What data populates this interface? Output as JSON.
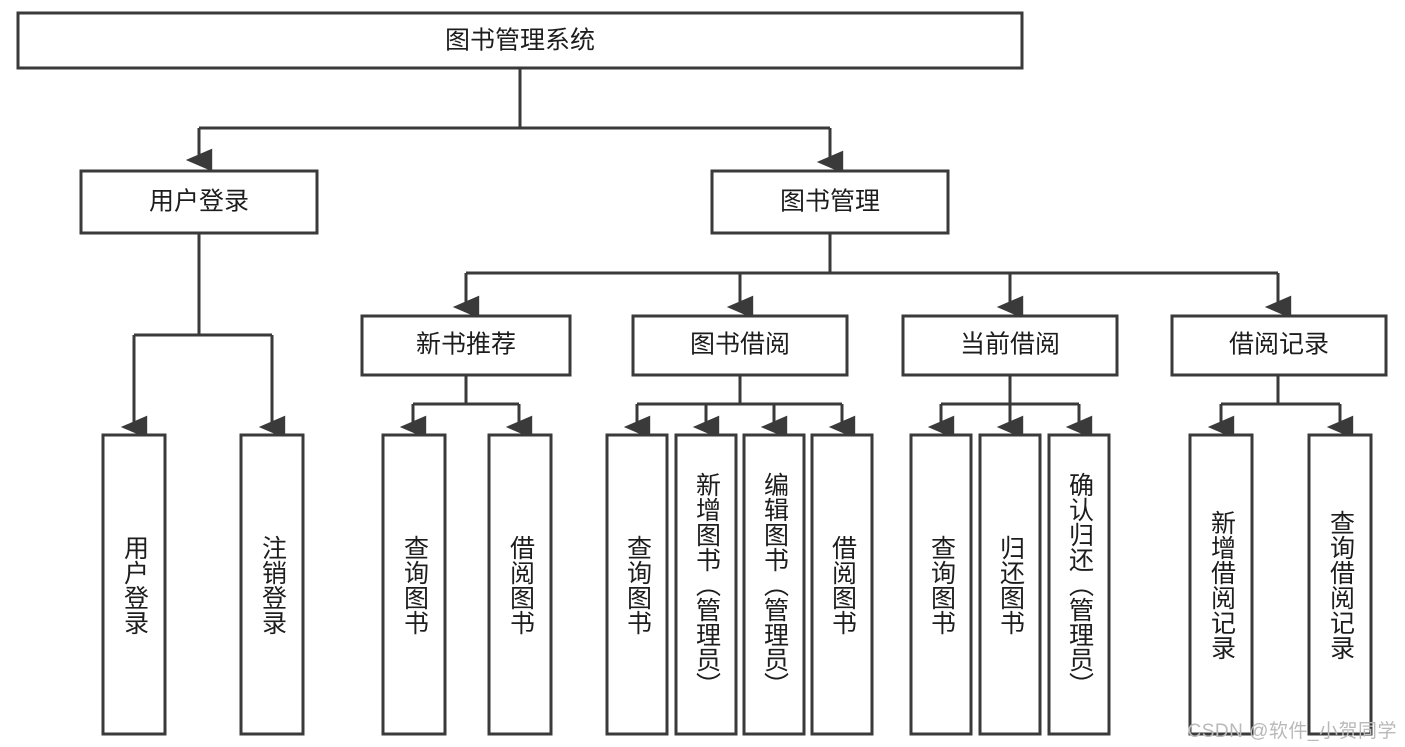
{
  "diagram": {
    "title": "图书管理系统",
    "type": "tree-hierarchy-diagram",
    "watermark": "CSDN @软件_小贺同学",
    "colors": {
      "stroke": "#3a3a3a",
      "fill": "#ffffff",
      "text": "#1d1d1d",
      "watermark": "#b9b9b9",
      "background": "#ffffff"
    },
    "root": {
      "id": "root",
      "label": "图书管理系统"
    },
    "level2": [
      {
        "id": "user-login",
        "label": "用户登录"
      },
      {
        "id": "book-management",
        "label": "图书管理"
      }
    ],
    "level3": [
      {
        "id": "new-book-recommend",
        "label": "新书推荐"
      },
      {
        "id": "book-borrow",
        "label": "图书借阅"
      },
      {
        "id": "current-borrow",
        "label": "当前借阅"
      },
      {
        "id": "borrow-record",
        "label": "借阅记录"
      }
    ],
    "leaves": {
      "user_login": [
        {
          "id": "leaf-user-login",
          "label": "用户登录"
        },
        {
          "id": "leaf-logout-login",
          "label": "注销登录"
        }
      ],
      "new_book_recommend": [
        {
          "id": "leaf-query-book-1",
          "label": "查询图书"
        },
        {
          "id": "leaf-borrow-book-1",
          "label": "借阅图书"
        }
      ],
      "book_borrow": [
        {
          "id": "leaf-query-book-2",
          "label": "查询图书"
        },
        {
          "id": "leaf-add-book-admin",
          "label": "新增图书（管理员）"
        },
        {
          "id": "leaf-edit-book-admin",
          "label": "编辑图书（管理员）"
        },
        {
          "id": "leaf-borrow-book-2",
          "label": "借阅图书"
        }
      ],
      "current_borrow": [
        {
          "id": "leaf-query-book-3",
          "label": "查询图书"
        },
        {
          "id": "leaf-return-book",
          "label": "归还图书"
        },
        {
          "id": "leaf-confirm-return-admin",
          "label": "确认归还（管理员）"
        }
      ],
      "borrow_record": [
        {
          "id": "leaf-add-borrow-record",
          "label": "新增借阅记录"
        },
        {
          "id": "leaf-query-borrow-record",
          "label": "查询借阅记录"
        }
      ]
    }
  }
}
